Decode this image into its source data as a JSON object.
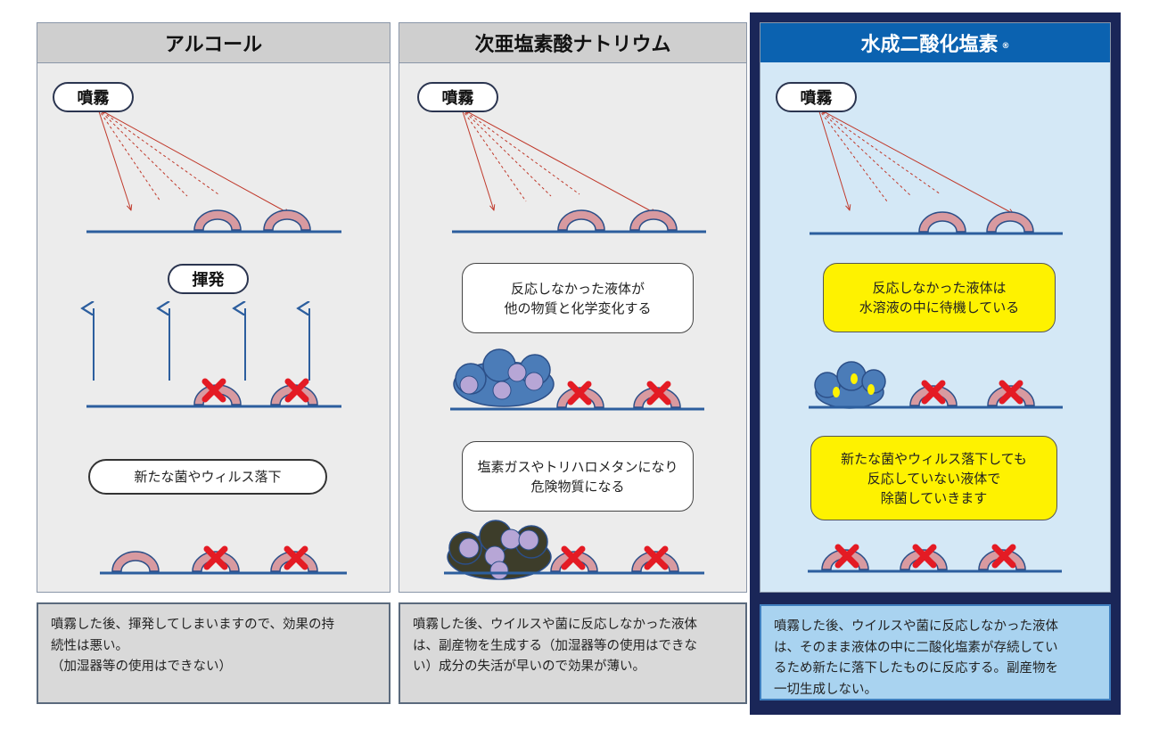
{
  "columns": [
    {
      "title": "アルコール",
      "spray_label": "噴霧",
      "evap_label": "揮発",
      "box_text": "新たな菌やウィルス落下",
      "note": [
        "噴霧した後、揮発してしまいますので、効果の持",
        "続性は悪い。",
        "（加湿器等の使用はできない）"
      ]
    },
    {
      "title": "次亜塩素酸ナトリウム",
      "spray_label": "噴霧",
      "box1_text": [
        "反応しなかった液体が",
        "他の物質と化学変化する"
      ],
      "box2_text": [
        "塩素ガスやトリハロメタンになり",
        "危険物質になる"
      ],
      "note": [
        "噴霧した後、ウイルスや菌に反応しなかった液体",
        "は、副産物を生成する（加湿器等の使用はできな",
        "い）成分の失活が早いので効果が薄い。"
      ]
    },
    {
      "title": "水成二酸化塩素",
      "title_mark": "®",
      "spray_label": "噴霧",
      "box1_text": [
        "反応しなかった液体は",
        "水溶液の中に待機している"
      ],
      "box2_text": [
        "新たな菌やウィルス落下しても",
        "反応していない液体で",
        "除菌していきます"
      ],
      "note": [
        "噴霧した後、ウイルスや菌に反応しなかった液体",
        "は、そのまま液体の中に二酸化塩素が存続してい",
        "るため新たに落下したものに反応する。副産物を",
        "一切生成しない。"
      ]
    }
  ],
  "colors": {
    "highlight_frame": "#1a2658",
    "header_blue": "#0b62b0",
    "yellow_box": "#fef200",
    "germ": "#d89aa0",
    "cross": "#e41b24",
    "floor_line": "#2c5e9e",
    "spray_line": "#c0392b",
    "blob": "#4b7cb8",
    "blob_dark": "#3d3d2a"
  },
  "icons": [
    "germ-arch-icon",
    "cross-mark-icon",
    "up-arrow-icon",
    "chemical-cloud-icon"
  ]
}
